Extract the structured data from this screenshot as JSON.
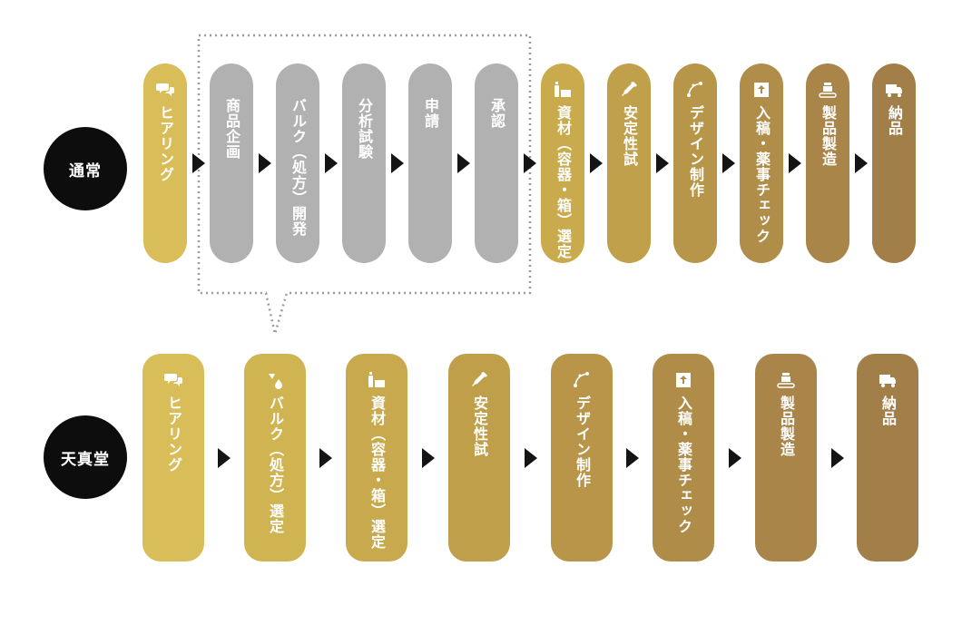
{
  "rows": {
    "normal": {
      "label": "通常",
      "steps": [
        {
          "label": "ヒアリング",
          "icon": "chat-bubbles-icon"
        },
        {
          "label": "商品企画"
        },
        {
          "label": "バルク（処方）開発"
        },
        {
          "label": "分析試験"
        },
        {
          "label": "申請"
        },
        {
          "label": "承認"
        },
        {
          "label": "資材（容器・箱）選定",
          "icon": "bottle-box-icon"
        },
        {
          "label": "安定性試",
          "icon": "pipette-icon"
        },
        {
          "label": "デザイン制作",
          "icon": "pen-tool-icon"
        },
        {
          "label": "入稿・薬事チェック",
          "icon": "upload-icon"
        },
        {
          "label": "製品製造",
          "icon": "conveyor-icon"
        },
        {
          "label": "納品",
          "icon": "truck-icon"
        }
      ]
    },
    "tenshindo": {
      "label": "天真堂",
      "steps": [
        {
          "label": "ヒアリング",
          "icon": "chat-bubbles-icon"
        },
        {
          "label": "バルク（処方）選定",
          "icon": "pour-drop-icon"
        },
        {
          "label": "資材（容器・箱）選定",
          "icon": "bottle-box-icon"
        },
        {
          "label": "安定性試",
          "icon": "pipette-icon"
        },
        {
          "label": "デザイン制作",
          "icon": "pen-tool-icon"
        },
        {
          "label": "入稿・薬事チェック",
          "icon": "upload-icon"
        },
        {
          "label": "製品製造",
          "icon": "conveyor-icon"
        },
        {
          "label": "納品",
          "icon": "truck-icon"
        }
      ]
    }
  },
  "colors": {
    "gold_steps": [
      "#d8bd59",
      "#d0b452",
      "#c8a94d",
      "#c09f4b",
      "#b89549",
      "#b08c49",
      "#a98549",
      "#a27e49"
    ],
    "gray_step": "#b1b1b1",
    "circle": "#0d0d0d",
    "arrow": "#141414",
    "bracket": "#9a9a9a"
  }
}
